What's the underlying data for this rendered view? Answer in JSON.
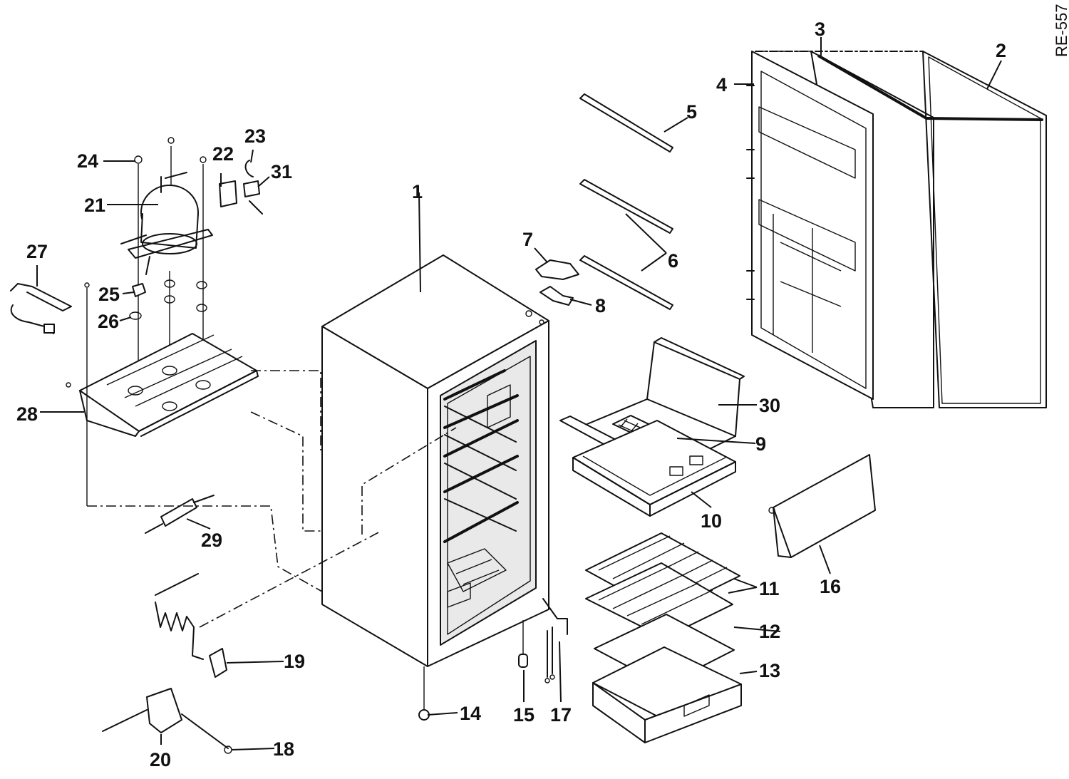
{
  "diagram": {
    "code": "RE-557",
    "callouts": [
      "1",
      "2",
      "3",
      "4",
      "5",
      "6",
      "7",
      "8",
      "9",
      "10",
      "11",
      "12",
      "13",
      "14",
      "15",
      "16",
      "17",
      "18",
      "19",
      "20",
      "21",
      "22",
      "23",
      "24",
      "25",
      "26",
      "27",
      "28",
      "29",
      "30",
      "31"
    ]
  }
}
